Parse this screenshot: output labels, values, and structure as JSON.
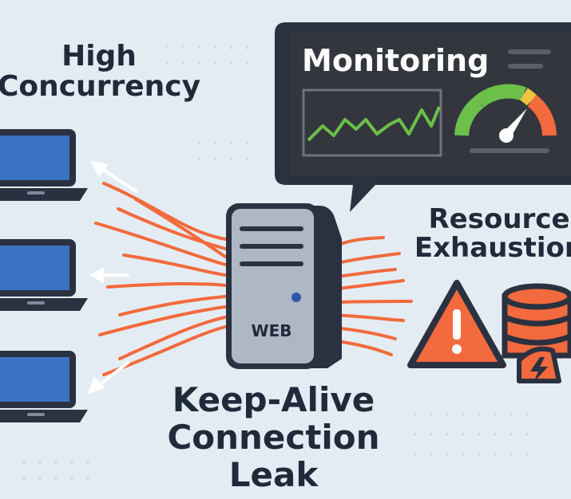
{
  "labels": {
    "high_concurrency": [
      "High",
      "Concurrency"
    ],
    "keep_alive": [
      "Keep-Alive",
      "Connection",
      "Leak"
    ],
    "resource": [
      "Resource",
      "Exhaustion"
    ]
  },
  "monitor": {
    "title": "Monitoring"
  },
  "server": {
    "label": "WEB"
  },
  "colors": {
    "accent": "#f26a3d",
    "panel": "#2f3339",
    "chart": "#6cc04a",
    "server": "#aeb7c4",
    "text": "#1f2a3a"
  }
}
